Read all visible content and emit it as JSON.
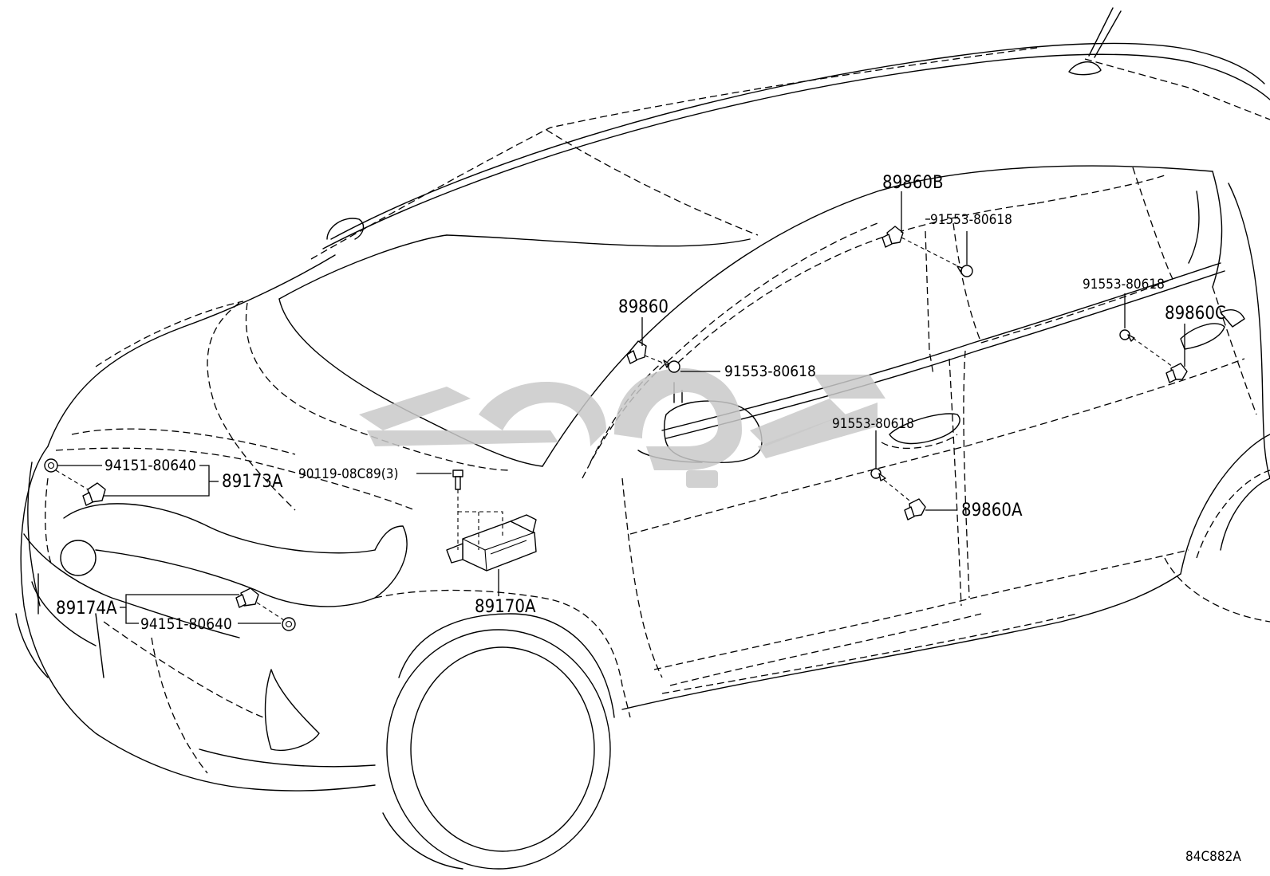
{
  "diagram": {
    "reference_code": "84C882A",
    "parts": [
      {
        "id": "p89860b",
        "label": "89860B"
      },
      {
        "id": "p91553_a",
        "label": "91553-80618"
      },
      {
        "id": "p89860",
        "label": "89860"
      },
      {
        "id": "p91553_b",
        "label": "91553-80618"
      },
      {
        "id": "p91553_c",
        "label": "91553-80618"
      },
      {
        "id": "p89860c",
        "label": "89860C"
      },
      {
        "id": "p91553_d",
        "label": "91553-80618"
      },
      {
        "id": "p89860a",
        "label": "89860A"
      },
      {
        "id": "p94151_a",
        "label": "94151-80640"
      },
      {
        "id": "p89173a",
        "label": "89173A"
      },
      {
        "id": "p90119",
        "label": "90119-08C89(3)"
      },
      {
        "id": "p89174a",
        "label": "89174A"
      },
      {
        "id": "p94151_b",
        "label": "94151-80640"
      },
      {
        "id": "p89170a",
        "label": "89170A"
      }
    ]
  }
}
